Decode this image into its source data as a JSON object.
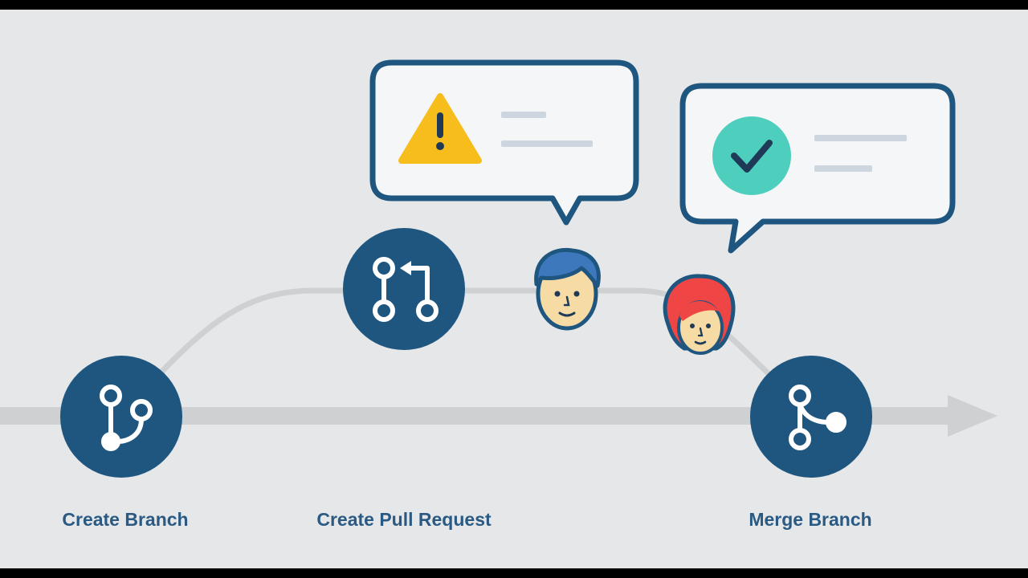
{
  "steps": [
    {
      "id": "create-branch",
      "label": "Create Branch",
      "icon": "git-branch-icon"
    },
    {
      "id": "create-pull-request",
      "label": "Create Pull Request",
      "icon": "git-pull-request-icon"
    },
    {
      "id": "merge-branch",
      "label": "Merge Branch",
      "icon": "git-merge-icon"
    }
  ],
  "bubbles": [
    {
      "id": "warning",
      "icon": "warning-triangle-icon",
      "status": "warning"
    },
    {
      "id": "approved",
      "icon": "checkmark-circle-icon",
      "status": "approved"
    }
  ],
  "reviewers": [
    {
      "id": "reviewer-male",
      "icon": "male-avatar-icon"
    },
    {
      "id": "reviewer-female",
      "icon": "female-avatar-icon"
    }
  ],
  "colors": {
    "background": "#e6e7e9",
    "node": "#1f5680",
    "track": "#cfd0d2",
    "label": "#2a5a83",
    "warning": "#f6bd1d",
    "success": "#4ecfbd",
    "bubble_fill": "#f5f6f7",
    "bubble_border": "#1f5680",
    "placeholder_lines": "#cdd6df"
  }
}
